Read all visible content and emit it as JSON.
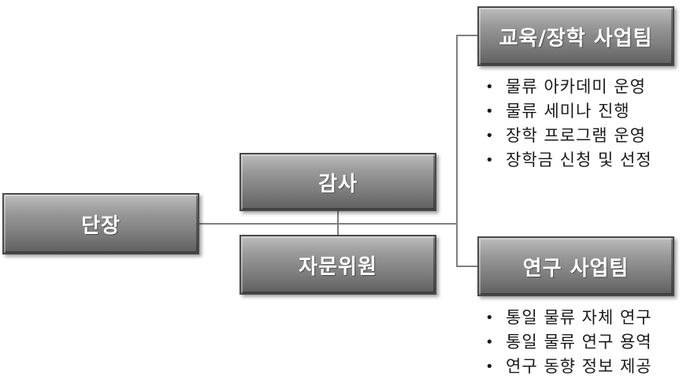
{
  "org": {
    "head": "단장",
    "auditor": "감사",
    "advisory": "자문위원",
    "education_team": {
      "title": "교육/장학 사업팀",
      "duties": [
        "물류 아카데미 운영",
        "물류 세미나 진행",
        "장학 프로그램 운영",
        "장학금 신청 및 선정"
      ]
    },
    "research_team": {
      "title": "연구 사업팀",
      "duties": [
        "통일 물류 자체 연구",
        "통일 물류 연구 용역",
        "연구 동향 정보 제공"
      ]
    }
  },
  "colors": {
    "box_fill": "#8c8c8c",
    "connector": "#7f7f7f"
  }
}
